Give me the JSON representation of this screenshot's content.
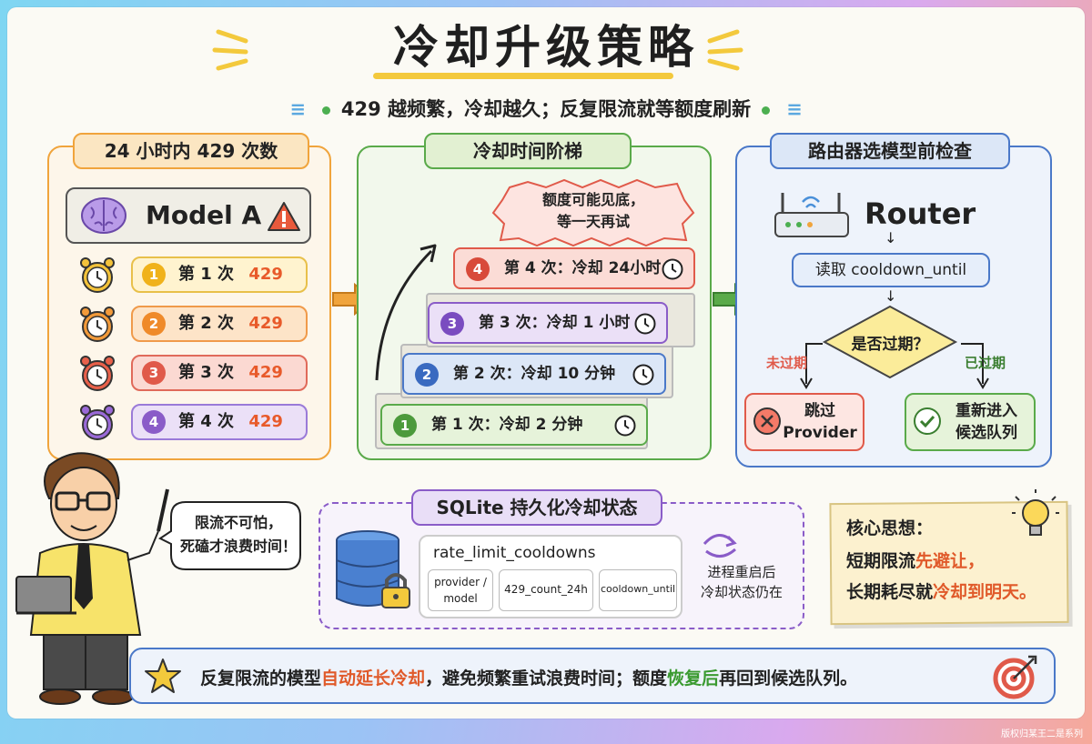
{
  "title": "冷却升级策略",
  "subtitle": "429 越频繁，冷却越久；反复限流就等额度刷新",
  "left_panel": {
    "title": "24 小时内 429 次数",
    "model": "Model A",
    "rows": [
      {
        "num": "1",
        "label": "第 1 次",
        "code": "429"
      },
      {
        "num": "2",
        "label": "第 2 次",
        "code": "429"
      },
      {
        "num": "3",
        "label": "第 3 次",
        "code": "429"
      },
      {
        "num": "4",
        "label": "第 4 次",
        "code": "429"
      }
    ]
  },
  "middle_panel": {
    "title": "冷却时间阶梯",
    "burst_line1": "额度可能见底，",
    "burst_line2": "等一天再试",
    "steps": [
      {
        "num": "1",
        "text": "第 1 次：冷却 2 分钟"
      },
      {
        "num": "2",
        "text": "第 2 次：冷却 10 分钟"
      },
      {
        "num": "3",
        "text": "第 3 次：冷却 1 小时"
      },
      {
        "num": "4",
        "text": "第 4 次：冷却 24小时"
      }
    ]
  },
  "right_panel": {
    "title": "路由器选模型前检查",
    "router_label": "Router",
    "read_step": "读取 cooldown_until",
    "decision": "是否过期？",
    "branch_no": "未过期",
    "branch_yes": "已过期",
    "skip_line1": "跳过",
    "skip_line2": "Provider",
    "requeue_line1": "重新进入",
    "requeue_line2": "候选队列"
  },
  "speech": {
    "line1": "限流不可怕，",
    "line2": "死磕才浪费时间！"
  },
  "sqlite_panel": {
    "title": "SQLite 持久化冷却状态",
    "table_name": "rate_limit_cooldowns",
    "col1_line1": "provider /",
    "col1_line2": "model",
    "col2": "429_count_24h",
    "col3": "cooldown_until",
    "note_line1": "进程重启后",
    "note_line2": "冷却状态仍在"
  },
  "core_note": {
    "title": "核心思想：",
    "line1_a": "短期限流",
    "line1_b": "先避让，",
    "line2_a": "长期耗尽就",
    "line2_b": "冷却到明天。"
  },
  "footer": {
    "part1": "反复限流的模型",
    "part2": "自动延长冷却",
    "part3": "，避免频繁重试浪费时间；额度",
    "part4": "恢复后",
    "part5": "再回到候选队列。"
  },
  "watermark": "版权归某王二是系列",
  "colors": {
    "orange": "#f0a43c",
    "green": "#5aaa4a",
    "blue": "#4a78c8",
    "red": "#e05a4a",
    "purple": "#8a5cc8",
    "yellow": "#f3c93c"
  },
  "icons": [
    "brain-icon",
    "warning-icon",
    "alarm-clock-icon",
    "clock-icon",
    "arrow-right-icon",
    "router-icon",
    "cross-icon",
    "check-icon",
    "database-icon",
    "lock-icon",
    "cycle-arrows-icon",
    "lightbulb-icon",
    "star-icon",
    "target-icon",
    "person-illustration"
  ]
}
